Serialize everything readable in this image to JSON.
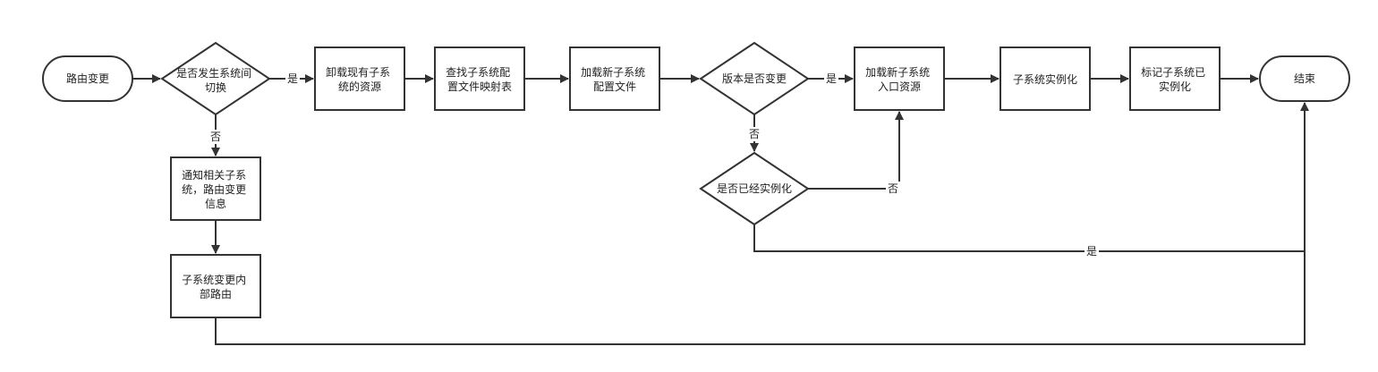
{
  "nodes": {
    "start": "路由变更",
    "decision_switch": [
      "是否发生系统间",
      "切换"
    ],
    "unload": [
      "卸载现有子系",
      "统的资源"
    ],
    "find_config": [
      "查找子系统配",
      "置文件映射表"
    ],
    "load_config": [
      "加载新子系统",
      "配置文件"
    ],
    "decision_version": "版本是否变更",
    "load_entry": [
      "加载新子系统",
      "入口资源"
    ],
    "instantiate": "子系统实例化",
    "mark": [
      "标记子系统已",
      "实例化"
    ],
    "end": "结束",
    "notify": [
      "通知相关子系",
      "统，路由变更",
      "信息"
    ],
    "inner_route": [
      "子系统变更内",
      "部路由"
    ],
    "decision_instantiated": "是否已经实例化"
  },
  "edge_labels": {
    "yes": "是",
    "no": "否"
  }
}
